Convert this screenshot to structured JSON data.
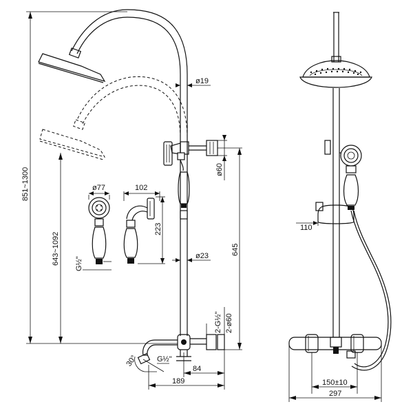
{
  "diagram": {
    "side_view": {
      "total_height": "851~1300",
      "head_height": "643~1092",
      "riser_pipe": "ø19",
      "slider_dia": "ø60",
      "bar_dia": "ø23",
      "bracket_height": "645",
      "inlet_thread": "2-G½\"",
      "inlet_dia": "2-ø60",
      "spout_angle": "30°",
      "spout_thread": "G½\"",
      "spout_reach": "189",
      "wall_projection": "84"
    },
    "hand_shower_detail": {
      "head_dia": "ø77",
      "width": "102",
      "height": "223",
      "thread": "G½\""
    },
    "front_view": {
      "holder_width": "110",
      "inlet_spacing": "150±10",
      "total_width": "297"
    }
  }
}
